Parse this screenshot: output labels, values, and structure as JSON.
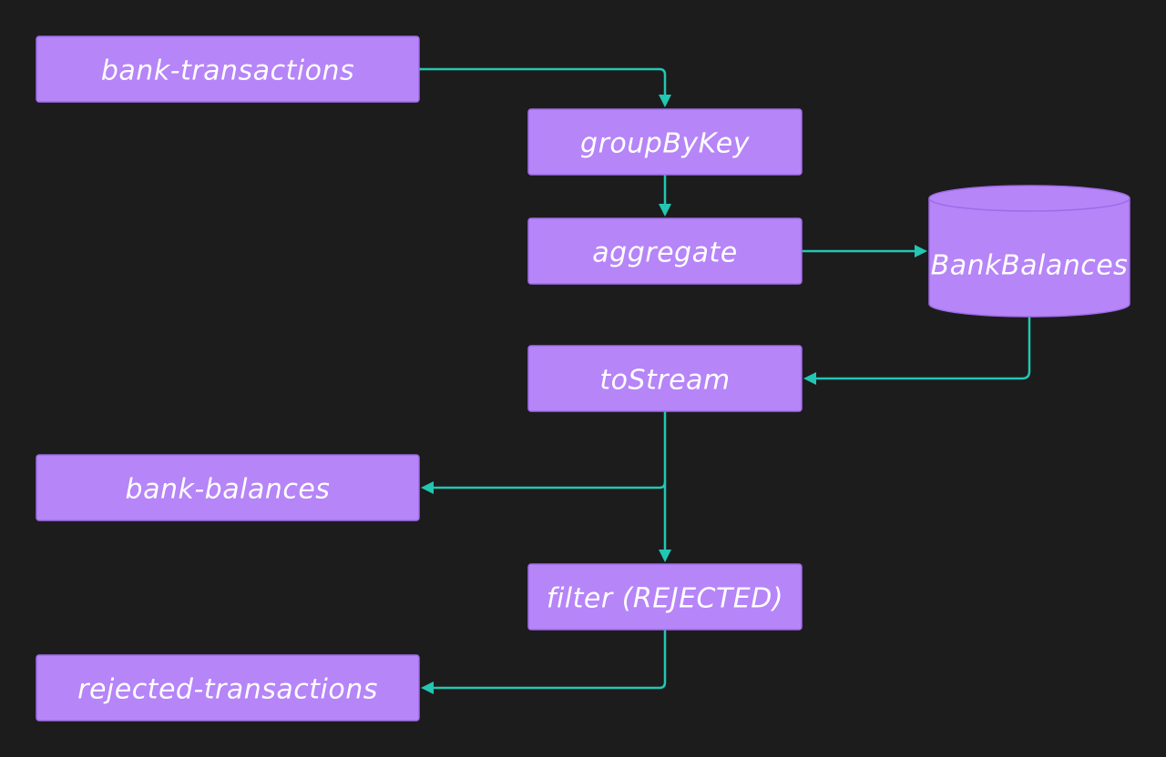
{
  "nodes": {
    "bank_transactions": "bank-transactions",
    "group_by_key": "groupByKey",
    "aggregate": "aggregate",
    "bank_balances_store": "BankBalances",
    "to_stream": "toStream",
    "bank_balances_topic": "bank-balances",
    "filter_rejected": "filter (REJECTED)",
    "rejected_transactions": "rejected-transactions"
  },
  "colors": {
    "background": "#1c1c1d",
    "node_fill": "#b685f8",
    "node_stroke": "#9f6be8",
    "edge": "#22c7b3",
    "text": "#ffffff"
  }
}
